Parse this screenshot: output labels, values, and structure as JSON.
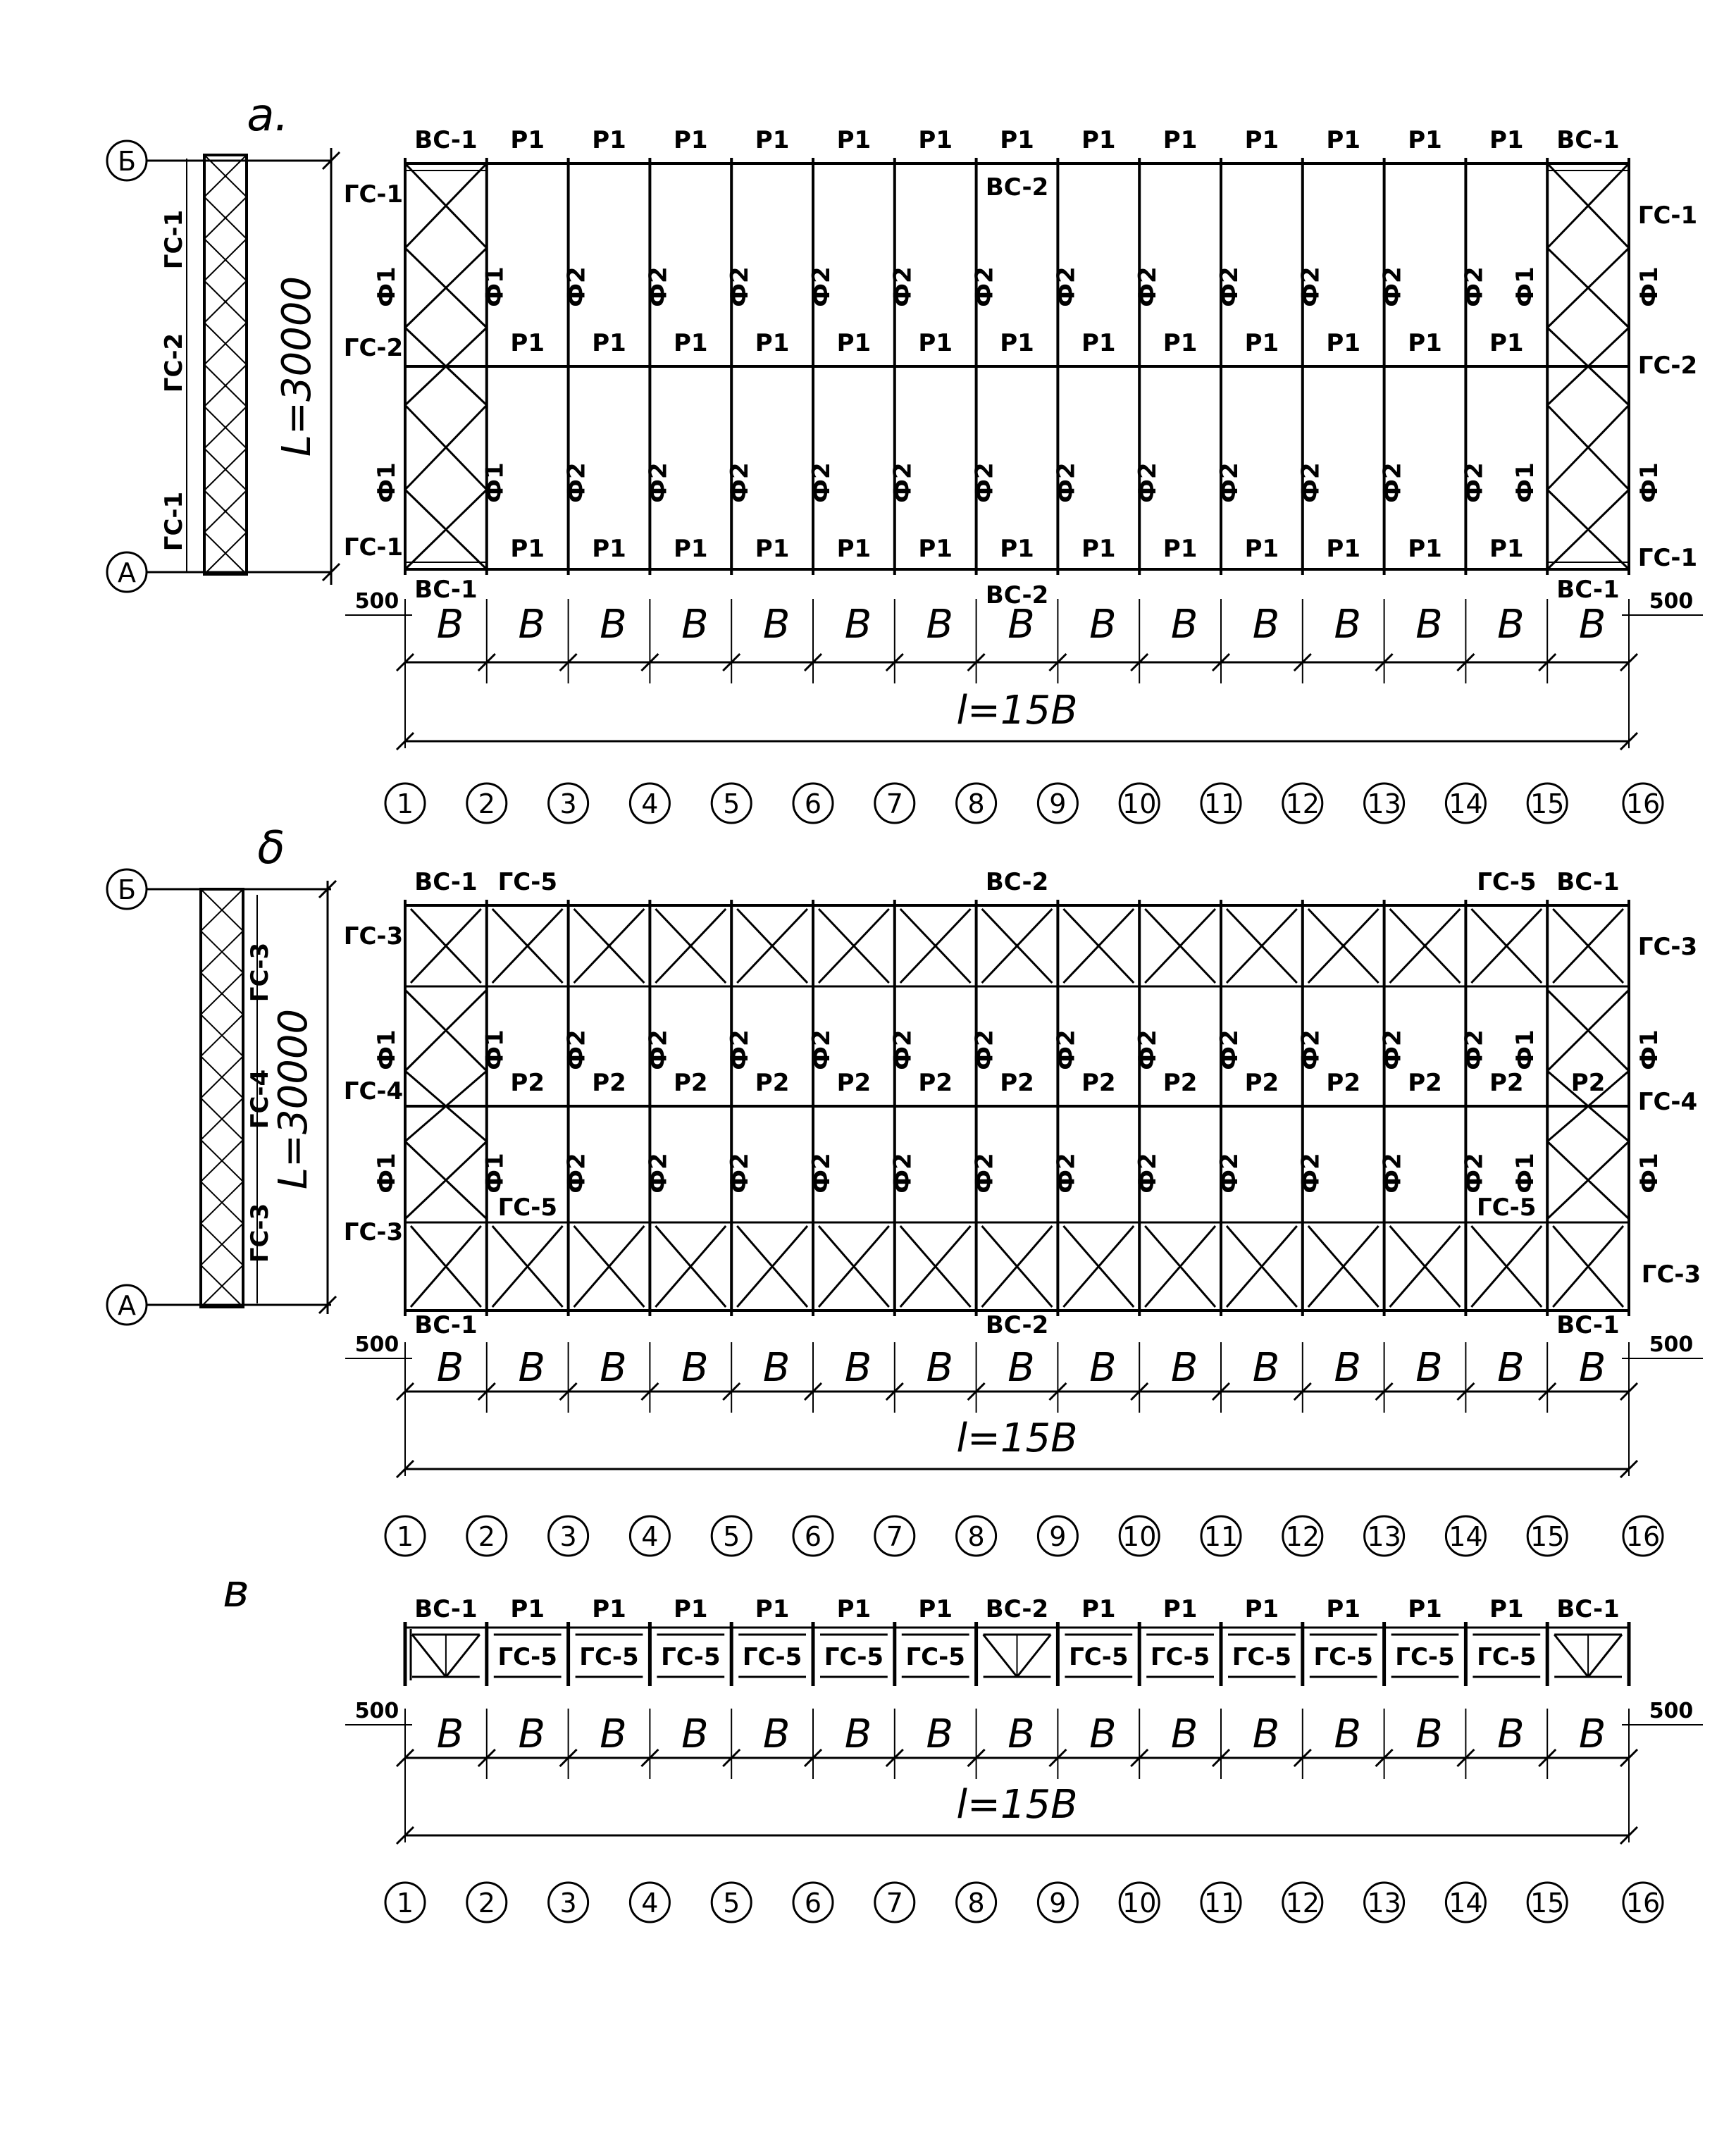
{
  "sections": {
    "a": {
      "letter": "a."
    },
    "b": {
      "letter": "δ"
    },
    "c": {
      "letter": "в"
    }
  },
  "axes_rows": {
    "top": "Б",
    "bottom": "A"
  },
  "column_axes": [
    "1",
    "2",
    "3",
    "4",
    "5",
    "6",
    "7",
    "8",
    "9",
    "10",
    "11",
    "12",
    "13",
    "14",
    "15",
    "16"
  ],
  "span_label": "B",
  "length_label": "l=15B",
  "width_label": "L=30000",
  "edge_offset": "500",
  "labels": {
    "vs1": "BC-1",
    "vs2": "BC-2",
    "gs1": "ГС-1",
    "gs2": "ГС-2",
    "gs3": "ГС-3",
    "gs4": "ГС-4",
    "gs5": "ГС-5",
    "p1": "P1",
    "p2": "P2",
    "f1": "Ф1",
    "f2": "Ф2"
  }
}
